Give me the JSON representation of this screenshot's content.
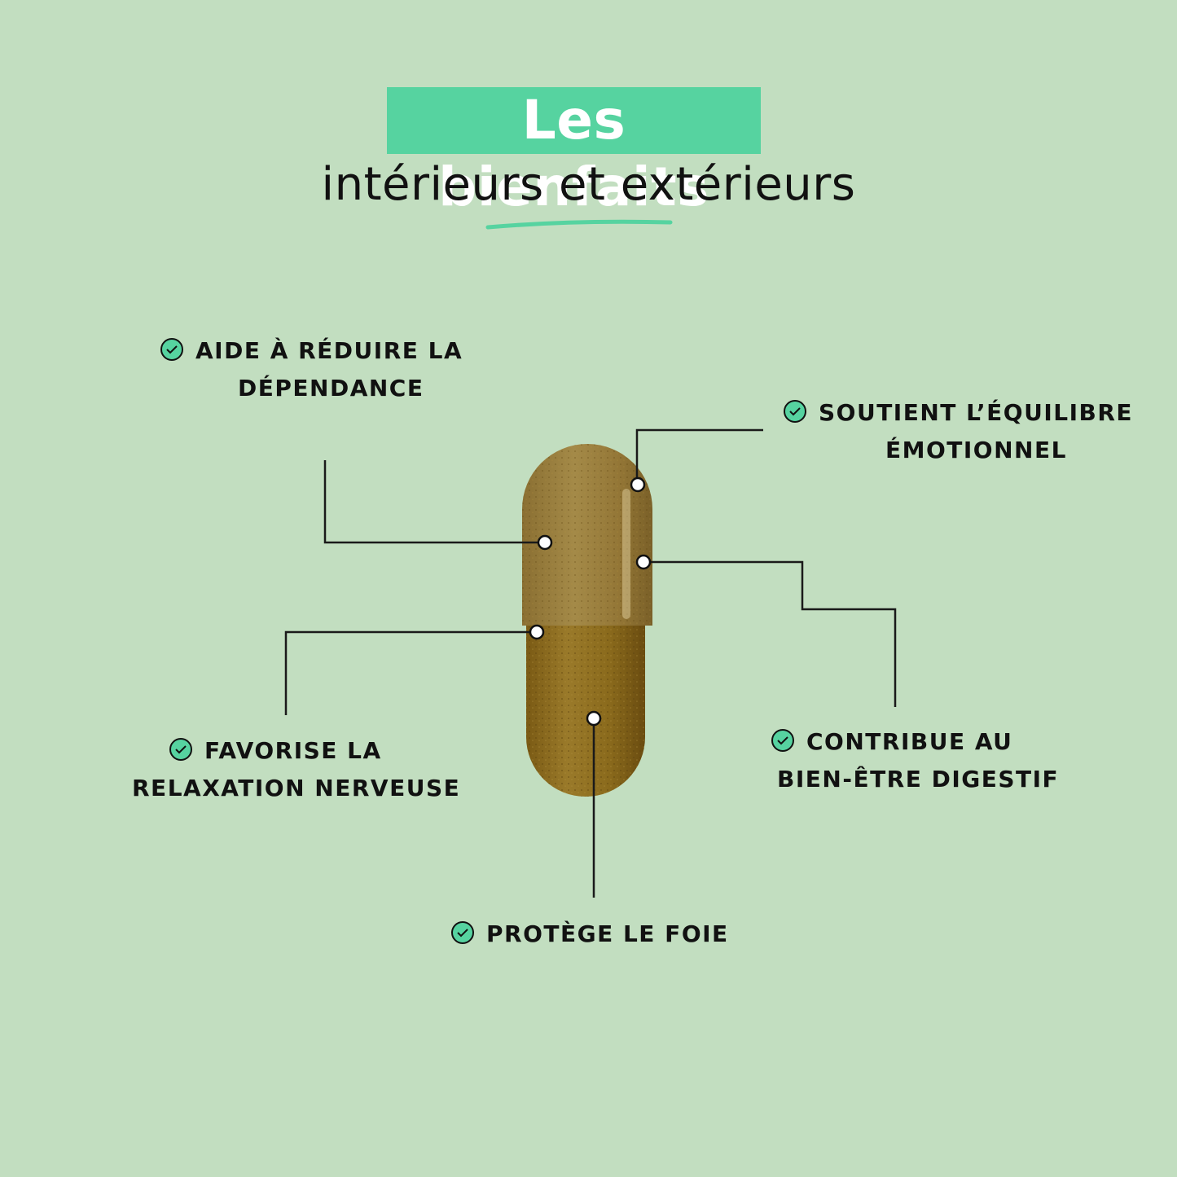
{
  "title": {
    "highlight": "Les bienfaits",
    "subtitle": "intérieurs et extérieurs"
  },
  "colors": {
    "background": "#c2dec0",
    "accent": "#56d3a0",
    "text": "#111111",
    "capsule": "#8a6a1c"
  },
  "benefits": [
    {
      "line1": "AIDE À RÉDUIRE LA",
      "line2": "DÉPENDANCE",
      "icon": "check-circle-icon"
    },
    {
      "line1": "SOUTIENT L’ÉQUILIBRE",
      "line2": "ÉMOTIONNEL",
      "icon": "check-circle-icon"
    },
    {
      "line1": "FAVORISE LA",
      "line2": "RELAXATION NERVEUSE",
      "icon": "check-circle-icon"
    },
    {
      "line1": "CONTRIBUE AU",
      "line2": "BIEN-ÊTRE DIGESTIF",
      "icon": "check-circle-icon"
    },
    {
      "line1": "PROTÈGE LE FOIE",
      "icon": "check-circle-icon"
    }
  ]
}
